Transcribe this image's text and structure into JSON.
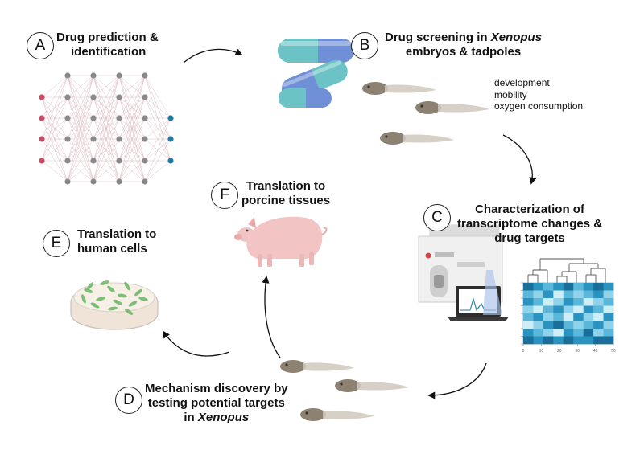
{
  "steps": {
    "a": {
      "letter": "A",
      "line1": "Drug prediction &",
      "line2": "identification"
    },
    "b": {
      "letter": "B",
      "line1_pre": "Drug screening in ",
      "line1_em": "Xenopus",
      "line2": "embryos & tadpoles"
    },
    "c": {
      "letter": "C",
      "line1": "Characterization of",
      "line2": "transcriptome changes &",
      "line3": "drug targets"
    },
    "d": {
      "letter": "D",
      "line1": "Mechanism discovery by",
      "line2": "testing potential targets",
      "line3_pre": "in ",
      "line3_em": "Xenopus"
    },
    "e": {
      "letter": "E",
      "line1": "Translation to",
      "line2": "human cells"
    },
    "f": {
      "letter": "F",
      "line1": "Translation to",
      "line2": "porcine tissues"
    }
  },
  "screening_metrics": [
    "development",
    "mobility",
    "oxygen consumption"
  ],
  "heatmap_axis": {
    "ticks": [
      "0",
      "10",
      "20",
      "30",
      "40",
      "50"
    ]
  },
  "colors": {
    "input_node": "#c94a63",
    "hidden_node": "#8a8a8a",
    "output_node": "#1f7aa8",
    "capsule_blue": "#6f8fd6",
    "capsule_teal": "#6cc3c6",
    "tadpole": "#9a8e7e",
    "pig": "#f2c4c4",
    "heat_dark": "#1a6f9a",
    "heat_light": "#cdeef7",
    "cells": "#6fb86a"
  },
  "icons": [
    "neural-network-icon",
    "capsule-icon",
    "tadpole-icon",
    "pig-icon",
    "petri-dish-icon",
    "lab-instrument-icon",
    "laptop-icon",
    "heatmap-icon"
  ]
}
